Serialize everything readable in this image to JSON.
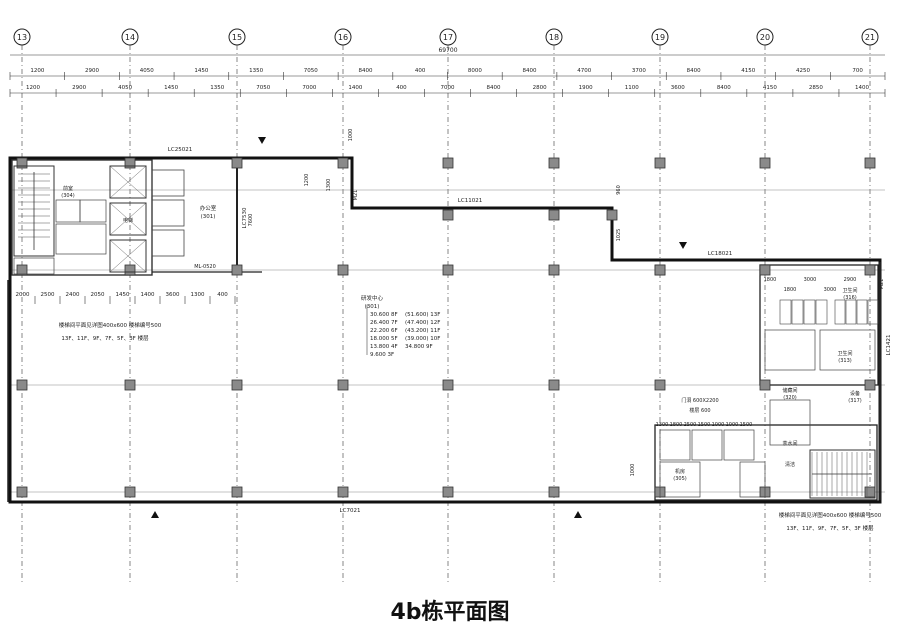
{
  "caption": "4b栋平面图",
  "axes": [
    "13",
    "14",
    "15",
    "16",
    "17",
    "18",
    "19",
    "20",
    "21"
  ],
  "overall_dimension": "69700",
  "dims_row1": [
    "1200",
    "2900",
    "4050",
    "1450",
    "1350",
    "7050",
    "8400",
    "400",
    "8000",
    "8400",
    "4700",
    "3700",
    "8400",
    "4150",
    "4250",
    "700"
  ],
  "dims_row2": [
    "1200",
    "2900",
    "4050",
    "1450",
    "1350",
    "7050",
    "7000",
    "1400",
    "400",
    "7000",
    "8400",
    "2800",
    "1900",
    "1100",
    "3600",
    "8400",
    "4150",
    "2850",
    "1400"
  ],
  "dims_left": [
    "2000",
    "2500",
    "2400",
    "2050",
    "1450",
    "1400",
    "3600",
    "1300",
    "400"
  ],
  "dims_right": [
    "1800",
    "1800",
    "3000",
    "3000",
    "2900"
  ],
  "dims_bottom_right": [
    "1300",
    "1800",
    "2500",
    "1500",
    "1000",
    "1000",
    "1500"
  ],
  "dims_vertical": [
    "7600",
    "1200",
    "1300",
    "1000",
    "960",
    "1025",
    "1000"
  ],
  "wall_labels": {
    "top_left": "LC25021",
    "mid": "LC11021",
    "top_right": "LC18021",
    "bottom": "LC7021",
    "vertical_left": "LC7530",
    "vertical_right": "LC1421",
    "mid_small": "ML-0520",
    "upper_small": "M21",
    "right_small": "M21"
  },
  "room_labels": {
    "office": "办公室",
    "office_code": "(301)",
    "main_hall": "研发中心",
    "main_hall_code": "(301)",
    "stair_room": "前室",
    "stair_room_code": "(304)",
    "elevator": "电梯",
    "toilet": "卫生间",
    "toilet_code": "(316)",
    "toilet2": "卫生间",
    "toilet2_code": "(313)",
    "storage": "储藏间",
    "storage_code": "(320)",
    "machine_room": "机房",
    "machine_room_code": "(305)",
    "equipment": "设备",
    "equipment_code": "(317)",
    "tea": "茶水间",
    "clean": "清洁"
  },
  "elevations_left": [
    "30.600  8F",
    "26.400  7F",
    "22.200  6F",
    "18.000  5F",
    "13.800  4F",
    "9.600  3F"
  ],
  "elevations_right": [
    "(51.600)  13F",
    "(47.400)  12F",
    "(43.200)  11F",
    "(39.000)  10F",
    "34.800  9F"
  ],
  "notes": {
    "left_main": "楼梯间平面见详图400x600 楼梯编号500",
    "left_floors": "13F、11F、9F、7F、5F、3F 楼层",
    "right_main": "楼梯间平面见详图400x600 楼梯编号500",
    "right_floors": "13F、11F、9F、7F、5F、3F 楼层",
    "right_opening": "门洞 600X2200",
    "right_sub": "楼层 600"
  }
}
